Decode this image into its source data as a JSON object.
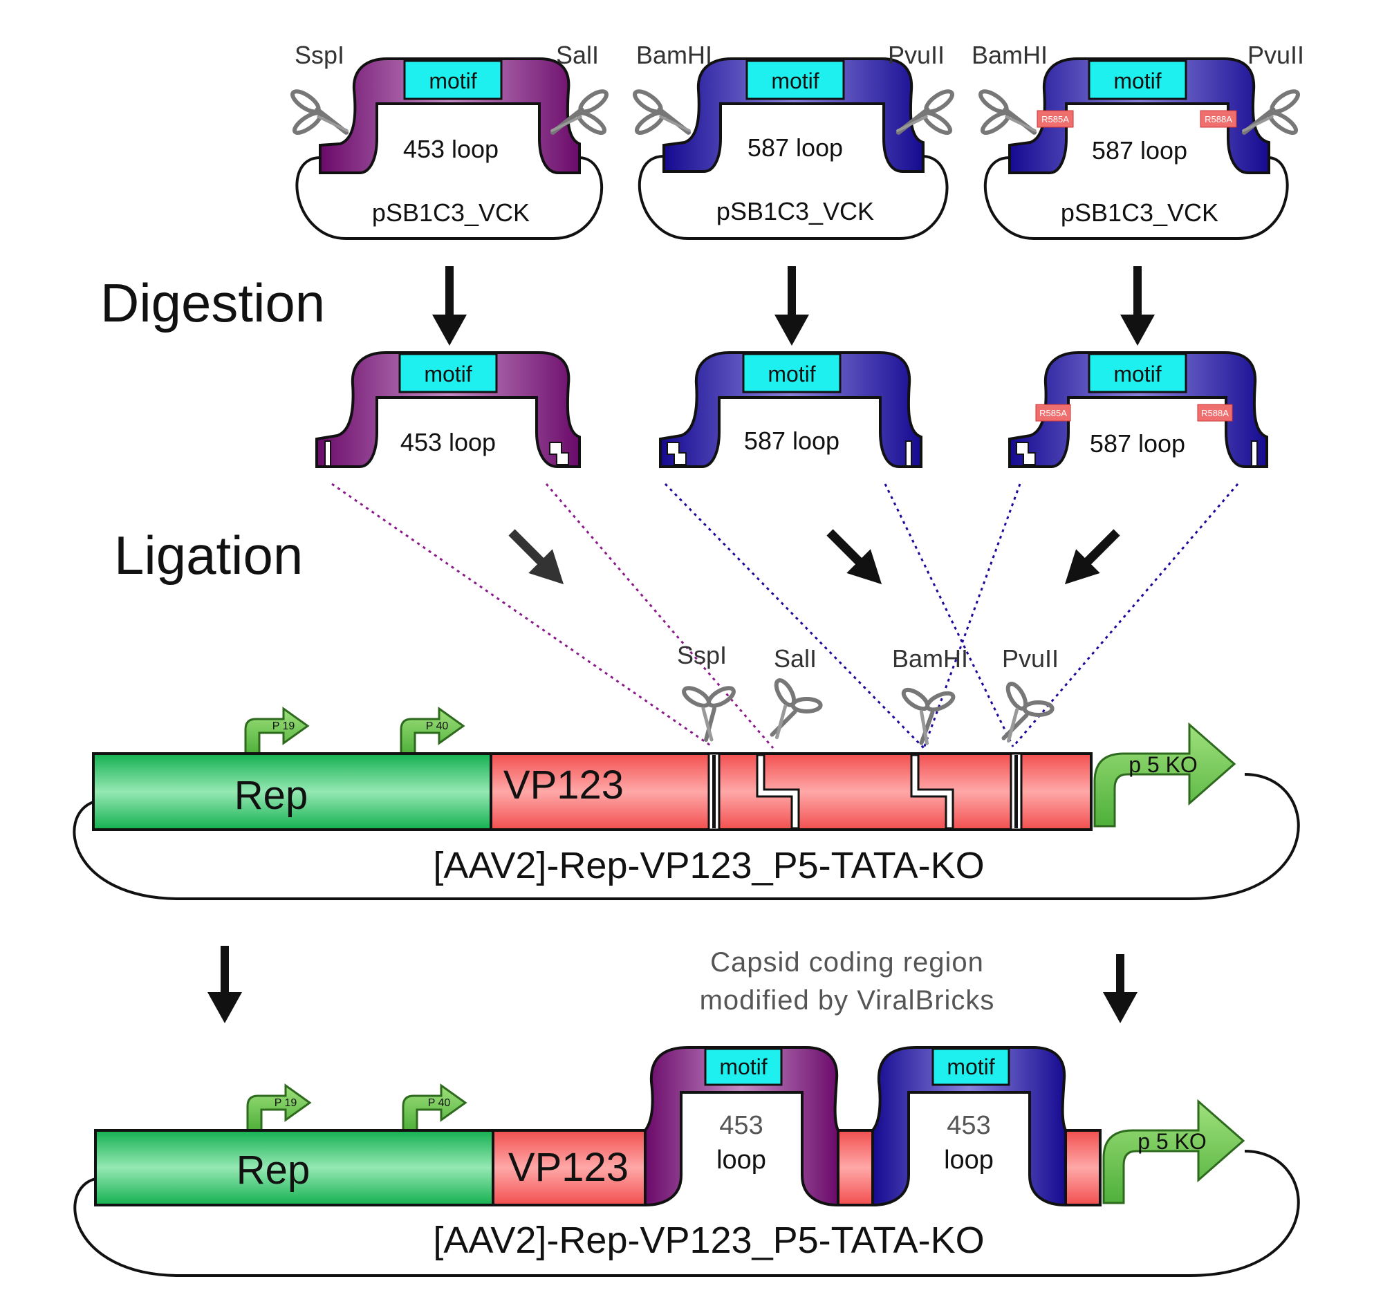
{
  "labels": {
    "digestion": "Digestion",
    "ligation": "Ligation",
    "motif": "motif",
    "loop_453": "453 loop",
    "loop_587": "587 loop",
    "backbone": "pSB1C3_VCK",
    "mut_r585a": "R585A",
    "mut_r588a": "R588A",
    "enzyme_sspi": "SspI",
    "enzyme_sali": "SalI",
    "enzyme_bamhi": "BamHI",
    "enzyme_pvuii": "PvuII",
    "plasmid": "[AAV2]-Rep-VP123_P5-TATA-KO",
    "rep": "Rep",
    "vp": "VP123",
    "p19": "P 19",
    "p40": "P 40",
    "p5ko": "p 5 KO",
    "caption_line1": "Capsid coding region",
    "caption_line2": "modified by ViralBricks",
    "final_loop_num": "453",
    "final_loop_word": "loop"
  },
  "colors": {
    "purple": "#7a0a7a",
    "purple_light": "#c98ac9",
    "blue": "#1a0a9a",
    "blue_light": "#8a82dc",
    "cyan": "#1ef0f0",
    "rep_green": "#1dbf5c",
    "rep_green_light": "#92e6b0",
    "vp_red": "#f55a5a",
    "vp_red_light": "#ffa5a5",
    "promoter_green": "#6ec84a",
    "mutation_red": "#ef6f6f"
  }
}
